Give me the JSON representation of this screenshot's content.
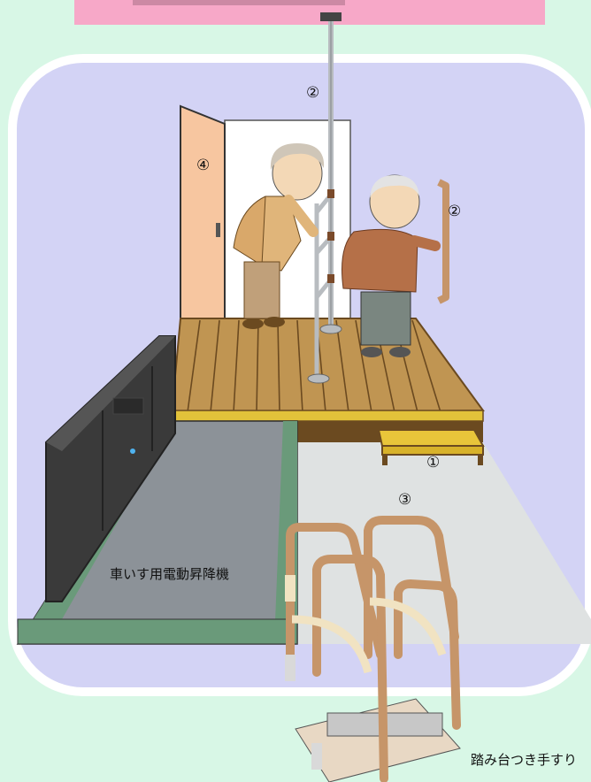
{
  "banner": {
    "color": "#f7a8c8"
  },
  "labels": {
    "step_platform": "①",
    "pole_handrail": "②",
    "wall_handrail": "②",
    "ramp_slope": "③",
    "entry_door": "④",
    "wheelchair_lift": "車いす用電動昇降機",
    "step_handrail": "踏み台つき手すり"
  },
  "colors": {
    "background": "#d8f7e6",
    "room_panel": "#d3d3f5",
    "deck_wood": "#c09552",
    "lift_body": "#3a3a3a",
    "ramp": "#8c9298",
    "handrail_wood": "#c69569"
  },
  "icons": [
    "banner-bar",
    "door-icon",
    "standing-pole-icon",
    "wall-handrail-icon",
    "wheelchair-lift-icon",
    "step-platform-icon",
    "step-handrail-icon",
    "elderly-woman-figure",
    "elderly-man-figure"
  ]
}
